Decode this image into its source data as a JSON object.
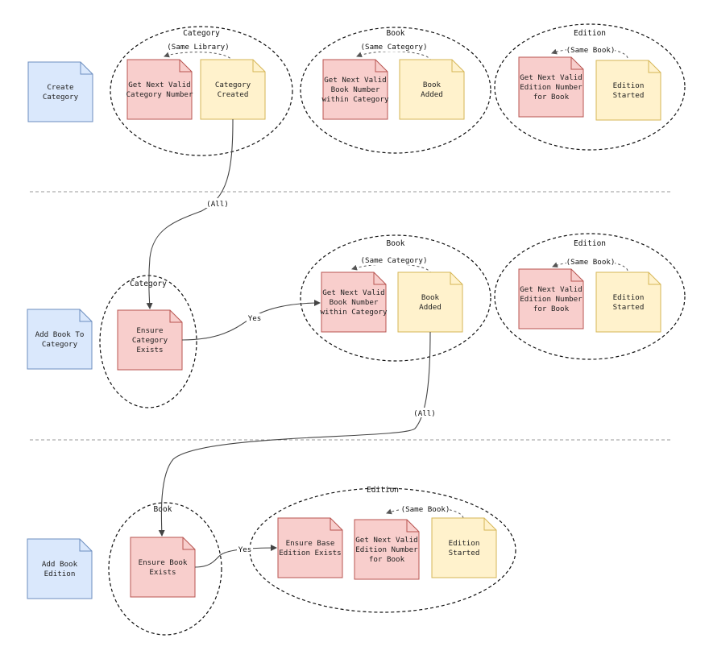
{
  "colors": {
    "command": {
      "fill": "#dae8fc",
      "stroke": "#6c8ebf"
    },
    "policy": {
      "fill": "#f8cecc",
      "stroke": "#b85450"
    },
    "event": {
      "fill": "#fff2cc",
      "stroke": "#d6b656"
    }
  },
  "row1": {
    "command": "Create\nCategory",
    "category": {
      "title": "Category",
      "loop": "(Same Library)",
      "policy": "Get Next Valid\nCategory Number",
      "event": "Category\nCreated"
    },
    "book": {
      "title": "Book",
      "loop": "(Same Category)",
      "policy": "Get Next Valid\nBook Number\nwithin Category",
      "event": "Book\nAdded"
    },
    "edition": {
      "title": "Edition",
      "loop": "(Same Book)",
      "policy": "Get Next Valid\nEdition Number\nfor Book",
      "event": "Edition\nStarted"
    }
  },
  "row2": {
    "command": "Add Book To\nCategory",
    "category": {
      "title": "Category",
      "policy": "Ensure\nCategory\nExists"
    },
    "book": {
      "title": "Book",
      "loop": "(Same Category)",
      "policy": "Get Next Valid\nBook Number\nwithin Category",
      "event": "Book\nAdded"
    },
    "edition": {
      "title": "Edition",
      "loop": "(Same Book)",
      "policy": "Get Next Valid\nEdition Number\nfor Book",
      "event": "Edition\nStarted"
    }
  },
  "row3": {
    "command": "Add Book\nEdition",
    "book": {
      "title": "Book",
      "policy": "Ensure Book\nExists"
    },
    "edition": {
      "title": "Edition",
      "loop": "(Same Book)",
      "base_policy": "Ensure Base\nEdition Exists",
      "policy": "Get Next Valid\nEdition Number\nfor Book",
      "event": "Edition\nStarted"
    }
  },
  "connections": {
    "all_1": "(All)",
    "yes_1": "Yes",
    "all_2": "(All)",
    "yes_2": "Yes"
  }
}
